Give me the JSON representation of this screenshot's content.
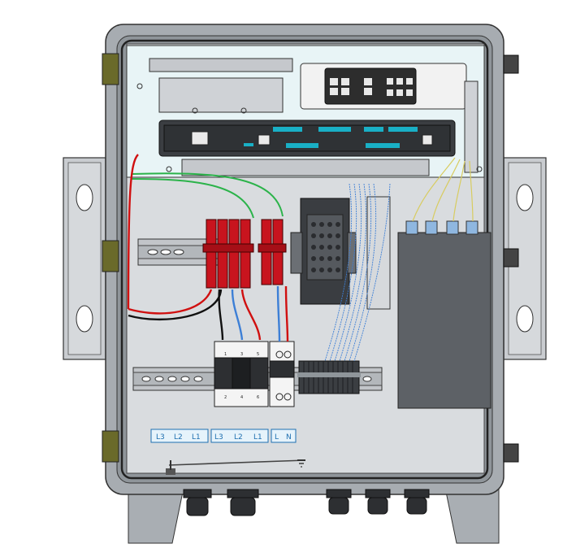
{
  "colors": {
    "enclosure": "#9aa0a6",
    "enclosure_dark": "#5f656b",
    "backplate": "#d9dcdf",
    "panel": "#e8f4f6",
    "breaker_red": "#c8141e",
    "wire_green": "#2bb34a",
    "wire_blue": "#3d7fd6",
    "wire_red": "#d01010",
    "wire_yellow": "#d8cc60",
    "label_text": "#1e6fb0",
    "label_bg": "#e6f3fb"
  },
  "icons": {
    "earth": "ground-icon",
    "fuse": "fuse-icon"
  },
  "labels": {
    "left_group": [
      "L3",
      "L2",
      "L1"
    ],
    "mid_group": [
      "L3",
      "L2",
      "L1"
    ],
    "right_group": [
      "L",
      "N"
    ]
  },
  "breaker_top_marks": [
    "1",
    "3",
    "5"
  ],
  "breaker_bottom_marks": [
    "2",
    "4",
    "6"
  ]
}
